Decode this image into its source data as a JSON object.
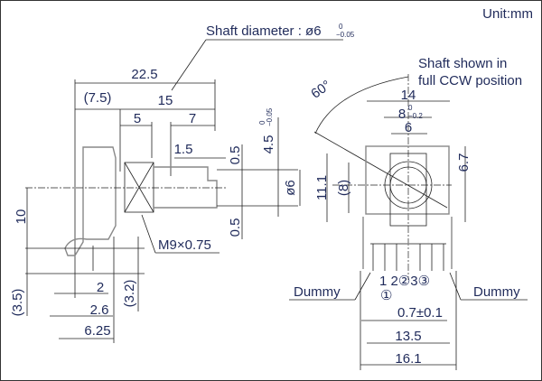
{
  "unit": "Unit:mm",
  "shaft_diameter": {
    "label": "Shaft diameter : ø6",
    "tol_upper": "0",
    "tol_lower": "−0.05"
  },
  "note": {
    "line1": "Shaft shown in",
    "line2": "full CCW position"
  },
  "side_view": {
    "dims": {
      "overall": "22.5",
      "shaft": "15",
      "body": "(7.5)",
      "bushing": "5",
      "flat": "7",
      "flat_offset": "1.5",
      "half_top": "0.5",
      "half_bottom": "0.5",
      "flat_height": "4.5",
      "flat_tol_upper": "0",
      "flat_tol_lower": "−0.05",
      "shaft_dia": "ø6",
      "height": "10",
      "pin": "(3.5)",
      "pin_pitch": "2",
      "pin_a": "2.6",
      "pin_b": "6.25",
      "pin_len": "(3.2)"
    },
    "thread": "M9×0.75"
  },
  "front_view": {
    "dims": {
      "angle": "60°",
      "width": "14",
      "inner": "8",
      "inner_tol_upper": "0",
      "inner_tol_lower": "−0.2",
      "bush": "6",
      "top": "6.7",
      "height": "11.1",
      "mid": "(8)",
      "pin_width": "0.7±0.1",
      "pin_span": "13.5",
      "overall": "16.1"
    },
    "pins": {
      "row": "1 2②3③",
      "circled_one": "①"
    },
    "dummy_left": "Dummy",
    "dummy_right": "Dummy"
  }
}
